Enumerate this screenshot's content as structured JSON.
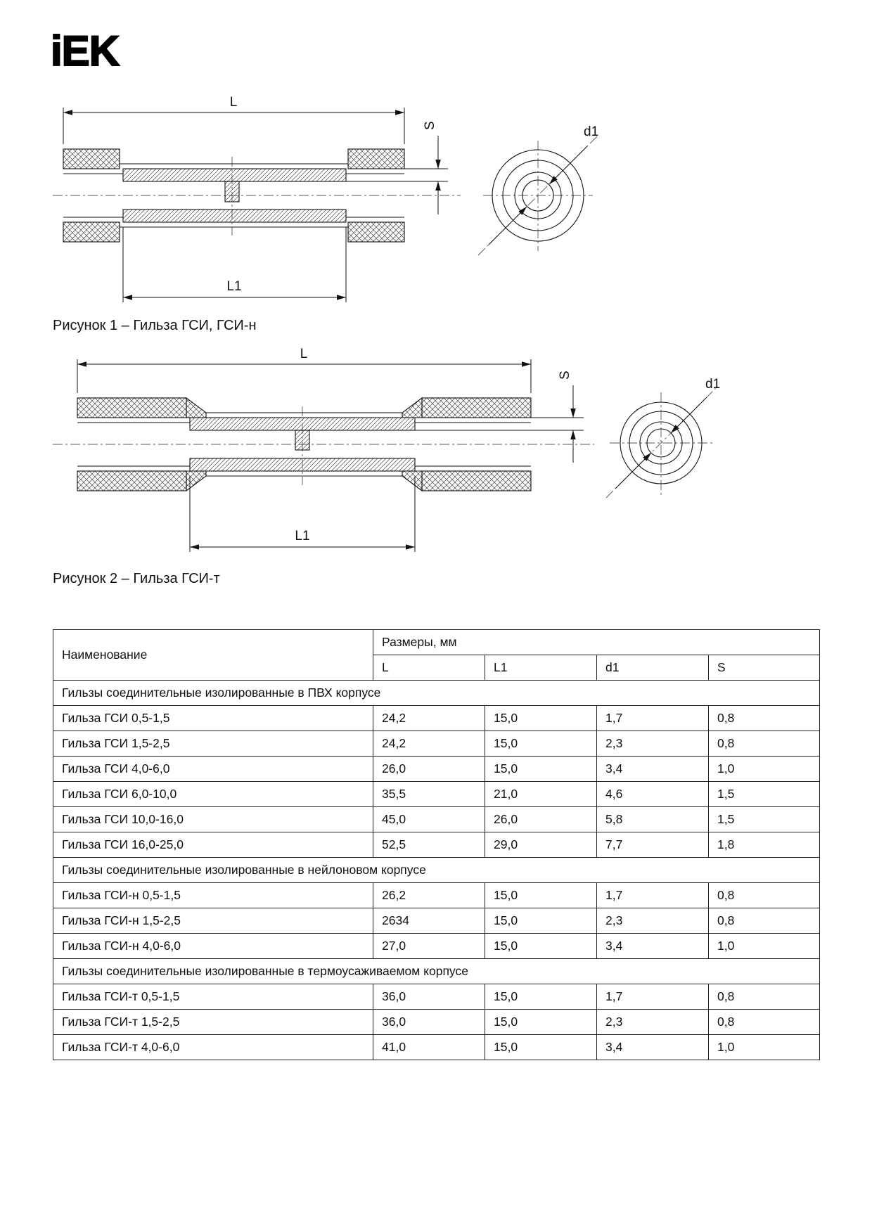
{
  "brand": {
    "logo_text": "iEK"
  },
  "figures": [
    {
      "caption": "Рисунок 1 – Гильза ГСИ, ГСИ-н",
      "dim_labels": {
        "L": "L",
        "L1": "L1",
        "S": "S",
        "d1": "d1"
      }
    },
    {
      "caption": "Рисунок 2 – Гильза ГСИ-т",
      "dim_labels": {
        "L": "L",
        "L1": "L1",
        "S": "S",
        "d1": "d1"
      }
    }
  ],
  "table": {
    "header_name": "Наименование",
    "header_sizes": "Размеры, мм",
    "columns": [
      "L",
      "L1",
      "d1",
      "S"
    ],
    "sections": [
      {
        "title": "Гильзы соединительные изолированные в ПВХ корпусе",
        "rows": [
          {
            "name": "Гильза ГСИ 0,5-1,5",
            "values": [
              "24,2",
              "15,0",
              "1,7",
              "0,8"
            ]
          },
          {
            "name": "Гильза ГСИ 1,5-2,5",
            "values": [
              "24,2",
              "15,0",
              "2,3",
              "0,8"
            ]
          },
          {
            "name": "Гильза ГСИ 4,0-6,0",
            "values": [
              "26,0",
              "15,0",
              "3,4",
              "1,0"
            ]
          },
          {
            "name": "Гильза ГСИ 6,0-10,0",
            "values": [
              "35,5",
              "21,0",
              "4,6",
              "1,5"
            ]
          },
          {
            "name": "Гильза ГСИ 10,0-16,0",
            "values": [
              "45,0",
              "26,0",
              "5,8",
              "1,5"
            ]
          },
          {
            "name": "Гильза ГСИ 16,0-25,0",
            "values": [
              "52,5",
              "29,0",
              "7,7",
              "1,8"
            ]
          }
        ]
      },
      {
        "title": "Гильзы соединительные изолированные в нейлоновом корпусе",
        "rows": [
          {
            "name": "Гильза ГСИ-н 0,5-1,5",
            "values": [
              "26,2",
              "15,0",
              "1,7",
              "0,8"
            ]
          },
          {
            "name": "Гильза ГСИ-н 1,5-2,5",
            "values": [
              "2634",
              "15,0",
              "2,3",
              "0,8"
            ]
          },
          {
            "name": "Гильза ГСИ-н 4,0-6,0",
            "values": [
              "27,0",
              "15,0",
              "3,4",
              "1,0"
            ]
          }
        ]
      },
      {
        "title": "Гильзы соединительные изолированные в термоусаживаемом корпусе",
        "rows": [
          {
            "name": "Гильза ГСИ-т 0,5-1,5",
            "values": [
              "36,0",
              "15,0",
              "1,7",
              "0,8"
            ]
          },
          {
            "name": "Гильза ГСИ-т 1,5-2,5",
            "values": [
              "36,0",
              "15,0",
              "2,3",
              "0,8"
            ]
          },
          {
            "name": "Гильза ГСИ-т 4,0-6,0",
            "values": [
              "41,0",
              "15,0",
              "3,4",
              "1,0"
            ]
          }
        ]
      }
    ]
  }
}
